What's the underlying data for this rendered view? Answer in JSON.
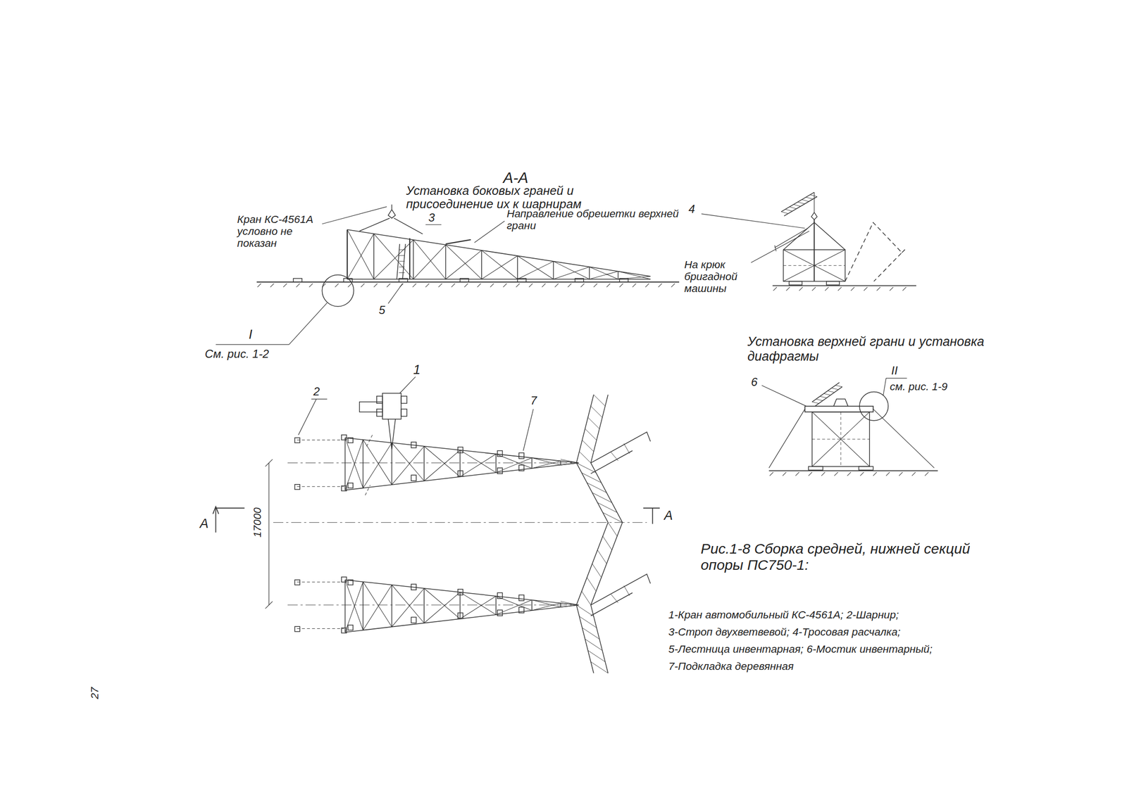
{
  "diagram": {
    "caption": "Рис.1-8 Сборка средней, нижней секций опоры ПС750-1:",
    "labels": [
      "А-А",
      "Установка боковых граней и присоединение их к шарнирам",
      "Кран КС-4561А условно не показан",
      "3",
      "Направление обрешетки верхней грани",
      "I",
      "См. рис. 1-2",
      "5",
      "4",
      "На крюк бригадной машины",
      "Установка верхней грани и установка диафрагмы",
      "6",
      "II",
      "см. рис. 1-9",
      "2",
      "1",
      "7",
      "А",
      "А",
      "17000",
      "1-Кран автомобильный КС-4561А; 2-Шарнир;",
      "3-Строп двухветвевой; 4-Тросовая расчалка;",
      "5-Лестница инвентарная; 6-Мостик инвентарный;",
      "7-Подкладка деревянная",
      "27"
    ]
  }
}
